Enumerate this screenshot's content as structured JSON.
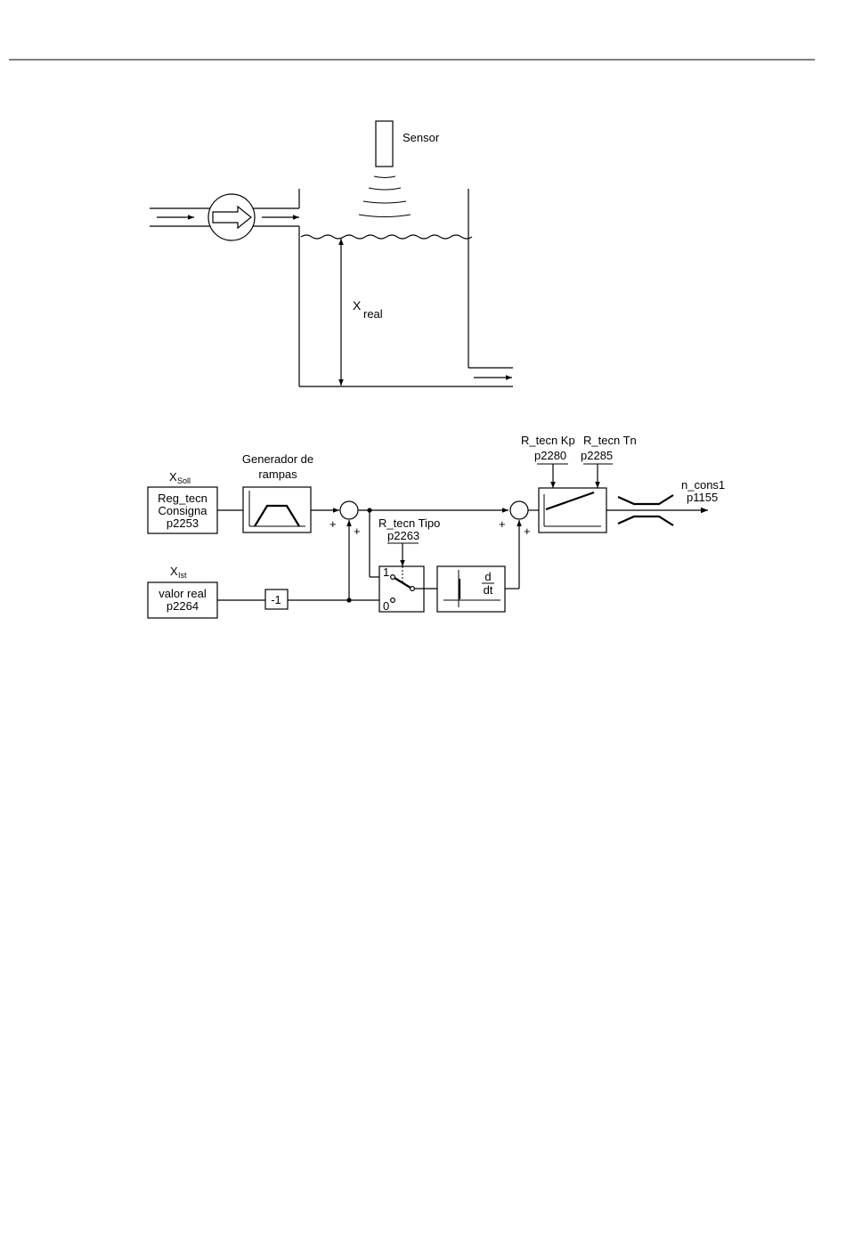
{
  "tank": {
    "sensor_label": "Sensor",
    "level_symbol": "X",
    "level_subscript": "real"
  },
  "controller": {
    "setpoint": {
      "symbol": "X",
      "subscript": "Soll",
      "line1": "Reg_tecn",
      "line2": "Consigna",
      "param": "p2253"
    },
    "ramp": {
      "line1": "Generador de",
      "line2": "rampas"
    },
    "actual": {
      "symbol": "X",
      "subscript": "Ist",
      "line1": "valor real",
      "param": "p2264"
    },
    "invert_label": "-1",
    "type_switch": {
      "label": "R_tecn Tipo",
      "param": "p2263",
      "pos_one": "1",
      "pos_zero": "0"
    },
    "derivative": {
      "numerator": "d",
      "denominator": "dt"
    },
    "kp": {
      "label": "R_tecn Kp",
      "param": "p2280"
    },
    "tn": {
      "label": "R_tecn Tn",
      "param": "p2285"
    },
    "output": {
      "label": "n_cons1",
      "param": "p1155"
    },
    "plus_sign": "+"
  }
}
